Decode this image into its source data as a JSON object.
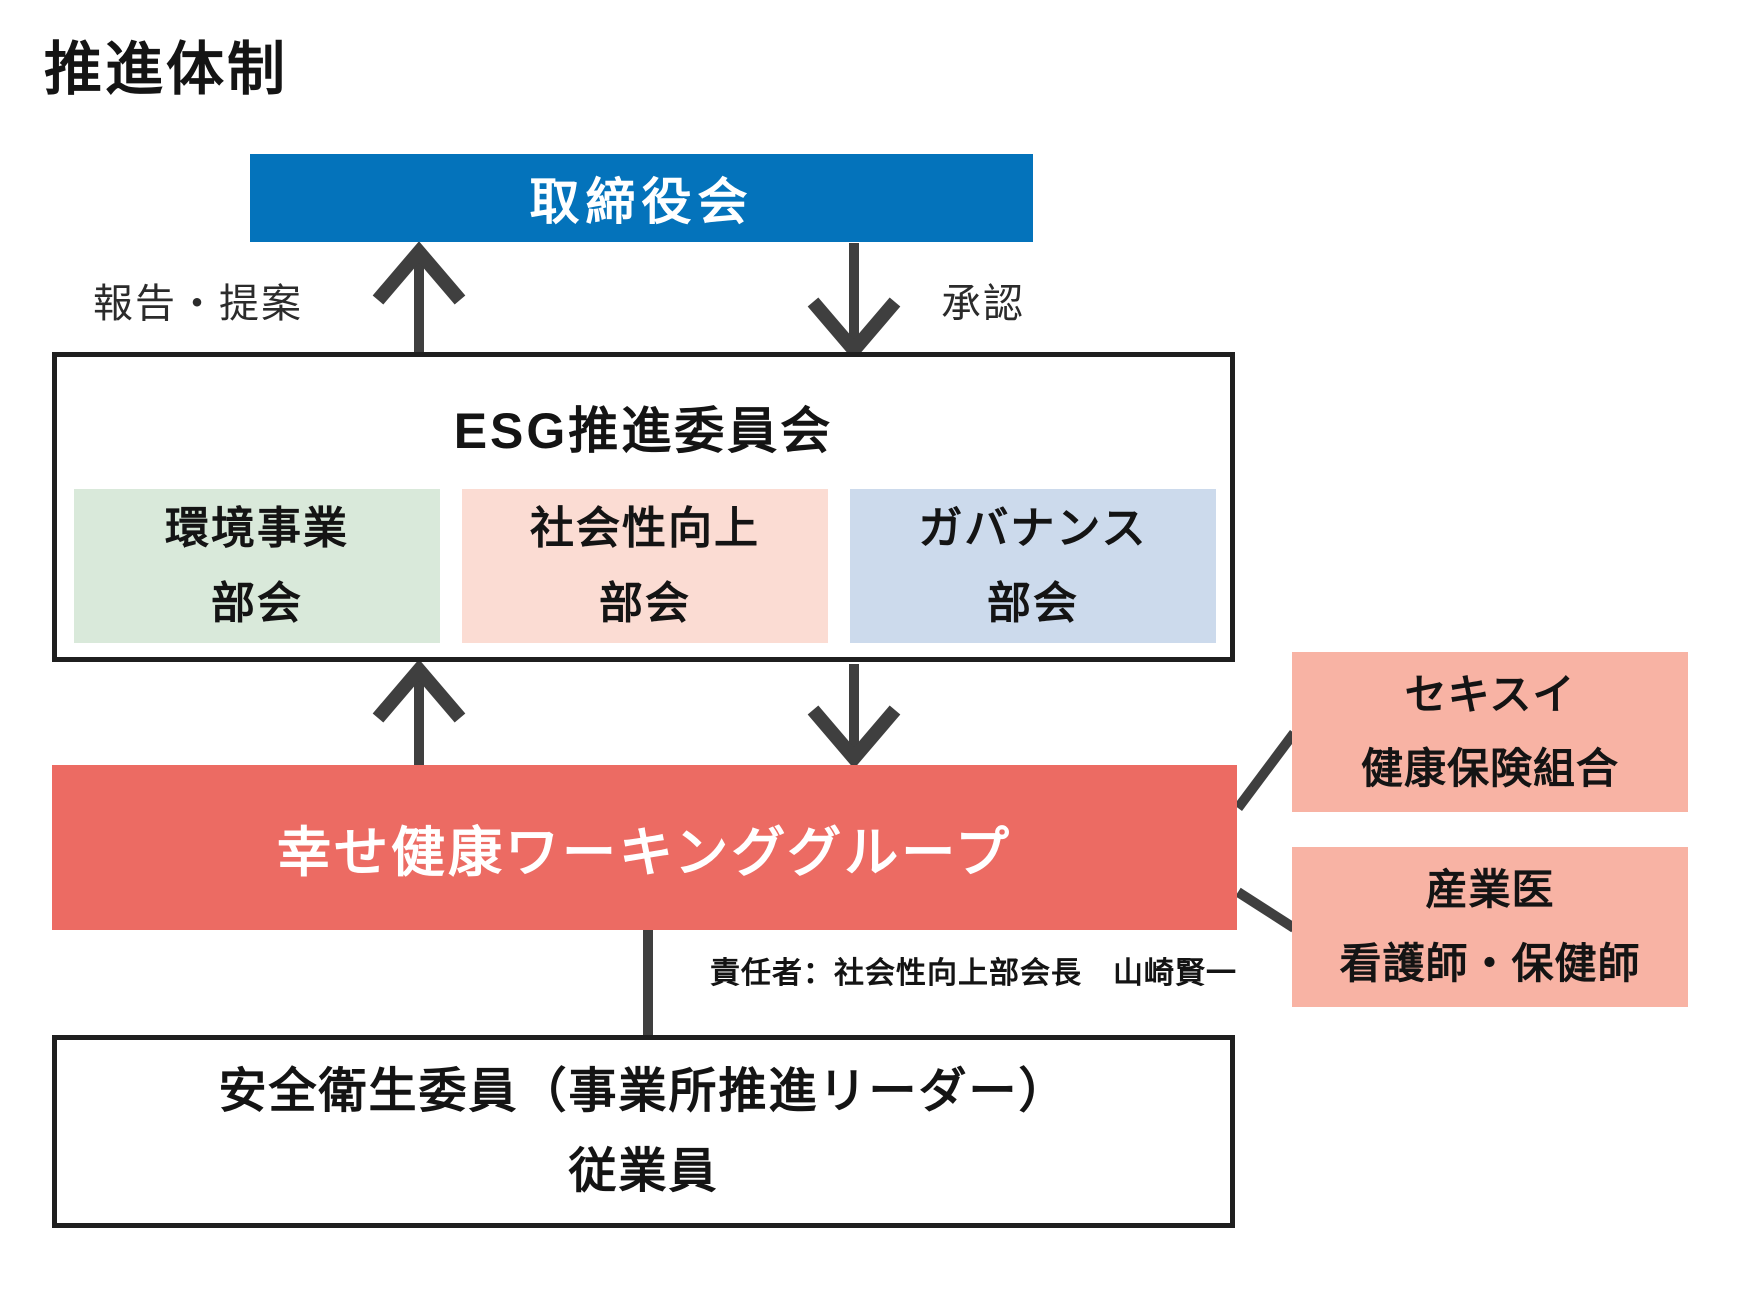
{
  "page": {
    "title": "推進体制"
  },
  "board": {
    "label": "取締役会"
  },
  "flows": {
    "report_label": "報告・提案",
    "approve_label": "承認"
  },
  "esg": {
    "title": "ESG推進委員会",
    "subcommittees": [
      {
        "line1": "環境事業",
        "line2": "部会",
        "color": "#d9e9da"
      },
      {
        "line1": "社会性向上",
        "line2": "部会",
        "color": "#fbdcd3"
      },
      {
        "line1": "ガバナンス",
        "line2": "部会",
        "color": "#ccdaec"
      }
    ]
  },
  "working_group": {
    "label": "幸せ健康ワーキンググループ",
    "manager_note": "責任者：社会性向上部会長　山崎賢一"
  },
  "safety_committee": {
    "line1": "安全衛生委員（事業所推進リーダー）",
    "line2": "従業員"
  },
  "partners": [
    {
      "line1": "セキスイ",
      "line2": "健康保険組合"
    },
    {
      "line1": "産業医",
      "line2": "看護師・保健師"
    }
  ],
  "colors": {
    "board_bg": "#0473bb",
    "working_group_bg": "#ec6b63",
    "partner_bg": "#f8b3a4",
    "sub_green_bg": "#d9e9da",
    "sub_pink_bg": "#fbdcd3",
    "sub_blue_bg": "#ccdaec",
    "arrow_line": "#3f3f3f",
    "box_border": "#1f1f1f",
    "text_dark": "#141414",
    "text_white": "#ffffff"
  }
}
